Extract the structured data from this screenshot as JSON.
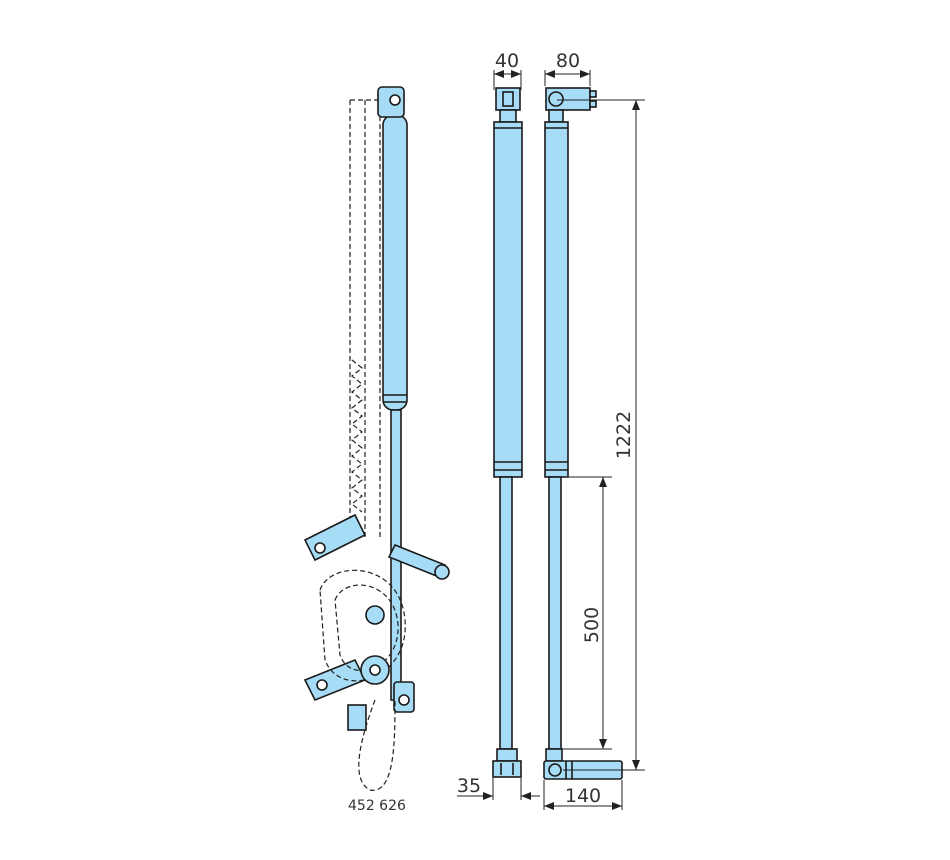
{
  "product_number": "452 626",
  "dimensions": {
    "width_side": "40",
    "width_front": "80",
    "total_height": "1222",
    "stroke": "500",
    "foot_side": "35",
    "foot_front": "140"
  },
  "colors": {
    "part": "#a6dcf5",
    "outline": "#1a1a1a"
  }
}
